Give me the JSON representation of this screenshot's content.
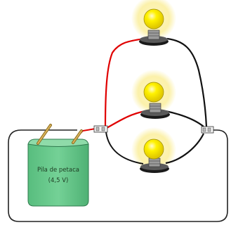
{
  "battery": {
    "label_line1": "Pila de petaca",
    "label_line2": "(4,5 V)",
    "body_color": "#66c98c",
    "top_color": "#8fdba9"
  },
  "colors": {
    "wire_red": "#e00000",
    "wire_black": "#111111",
    "outer_wire": "#222222",
    "bulb_glow": "#fbf1a8",
    "bulb_glass": "#fff100",
    "bulb_base": "#1a1a1a"
  },
  "bulbs": [
    {
      "name": "top-bulb"
    },
    {
      "name": "middle-bulb"
    },
    {
      "name": "bottom-bulb"
    }
  ]
}
